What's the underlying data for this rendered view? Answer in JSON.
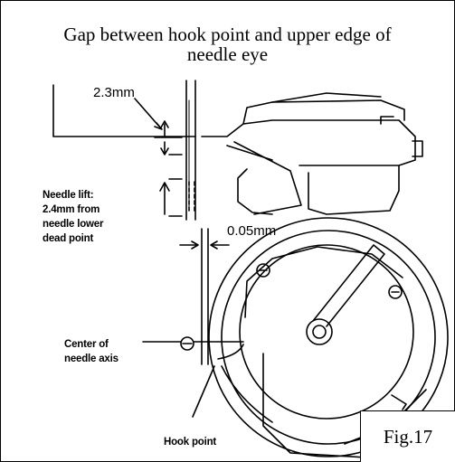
{
  "title_lines": [
    "Gap between hook point and upper edge of",
    "needle eye"
  ],
  "labels": {
    "gap_upper": "2.3mm",
    "clearance": "0.05mm",
    "needle_lift": [
      "Needle lift:",
      "2.4mm from",
      "needle lower",
      "dead point"
    ],
    "center_axis": [
      "Center of",
      "needle axis"
    ],
    "hook_point": "Hook point"
  },
  "figure_number": "Fig.17"
}
